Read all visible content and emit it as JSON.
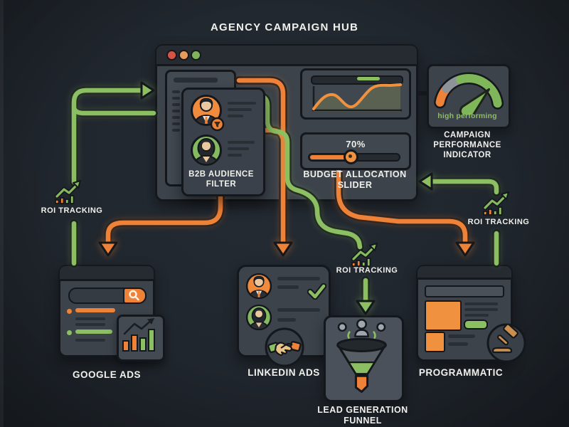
{
  "title": "AGENCY CAMPAIGN HUB",
  "hub": {
    "b2b_filter": {
      "line1": "B2B AUDIENCE",
      "line2": "FILTER"
    },
    "slider": {
      "value": "70%",
      "line1": "BUDGET ALLOCATION",
      "line2": "SLIDER"
    },
    "sparkline": {
      "type": "line",
      "values": [
        2.5,
        4.6,
        3.4,
        3.0,
        5.4,
        6.4,
        6.3
      ],
      "progress_segment_pct": 65
    }
  },
  "gauge": {
    "status": "high performing",
    "caption1": "CAMPAIGN",
    "caption2": "PERFORMANCE",
    "caption3": "INDICATOR",
    "segments": [
      "orange",
      "gray",
      "green"
    ]
  },
  "roi": {
    "left": "ROI TRACKING",
    "center": "ROI TRACKING",
    "right": "ROI TRACKING"
  },
  "nodes": {
    "google": "GOOGLE ADS",
    "linkedin": "LINKEDIN ADS",
    "programmatic": "PROGRAMMATIC",
    "funnel_line1": "LEAD GENERATION",
    "funnel_line2": "FUNNEL"
  },
  "flows": [
    {
      "from": "AGENCY CAMPAIGN HUB",
      "to": "GOOGLE ADS",
      "color": "orange"
    },
    {
      "from": "AGENCY CAMPAIGN HUB",
      "to": "LINKEDIN ADS",
      "color": "orange"
    },
    {
      "from": "AGENCY CAMPAIGN HUB",
      "to": "LEAD GENERATION FUNNEL",
      "via": "ROI TRACKING",
      "color": "green"
    },
    {
      "from": "AGENCY CAMPAIGN HUB",
      "to": "PROGRAMMATIC",
      "color": "orange"
    },
    {
      "from": "GOOGLE ADS",
      "to": "AGENCY CAMPAIGN HUB",
      "via": "ROI TRACKING",
      "color": "green"
    },
    {
      "from": "PROGRAMMATIC",
      "to": "AGENCY CAMPAIGN HUB",
      "via": "ROI TRACKING",
      "color": "green"
    }
  ],
  "colors": {
    "orange": "#EE8238",
    "green": "#8CBE62",
    "background": "#20262D",
    "panel": "#3D444C",
    "text": "#F0F0EC",
    "outline": "#14171B"
  }
}
